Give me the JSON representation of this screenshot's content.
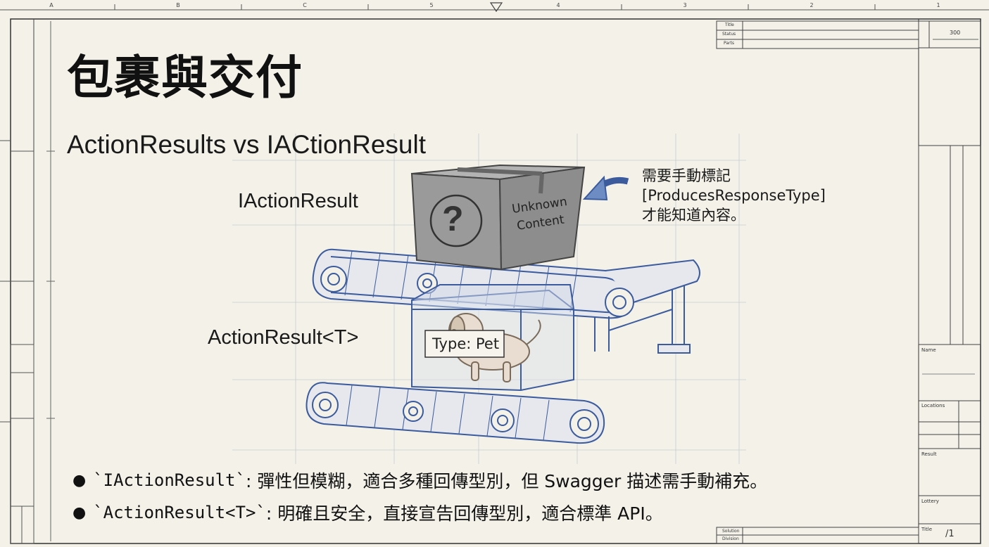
{
  "slide": {
    "title": "包裹與交付",
    "subtitle": "ActionResults vs IACtionResult",
    "label_iaction": "IActionResult",
    "label_actiont": "ActionResult<T>",
    "box_unknown_line1": "Unknown",
    "box_unknown_line2": "Content",
    "box_question": "?",
    "box_type_label": "Type: Pet",
    "annotation": [
      "需要手動標記",
      "[ProducesResponseType]",
      "才能知道內容。"
    ],
    "bullets": [
      {
        "code": "`IActionResult`",
        "text": ": 彈性但模糊，適合多種回傳型別，但 Swagger 描述需手動補充。"
      },
      {
        "code": "`ActionResult<T>`",
        "text": ": 明確且安全，直接宣告回傳型別，適合標準 API。"
      }
    ]
  },
  "frame": {
    "ruler_top": [
      "A",
      "B",
      "C",
      "5",
      "4",
      "3",
      "2",
      "1"
    ],
    "title_block_top": [
      "Title",
      "Status",
      "Parts"
    ],
    "scale_value": "300",
    "title_block_right": [
      "Name",
      "Locations",
      "Result",
      "Lottery",
      "Title"
    ],
    "page_number": "/1",
    "bottom_block": [
      "Solution",
      "Division"
    ]
  },
  "colors": {
    "background": "#f3f1e8",
    "blueprint": "#3b5b9c",
    "box_gray": "#8d8d8d"
  }
}
